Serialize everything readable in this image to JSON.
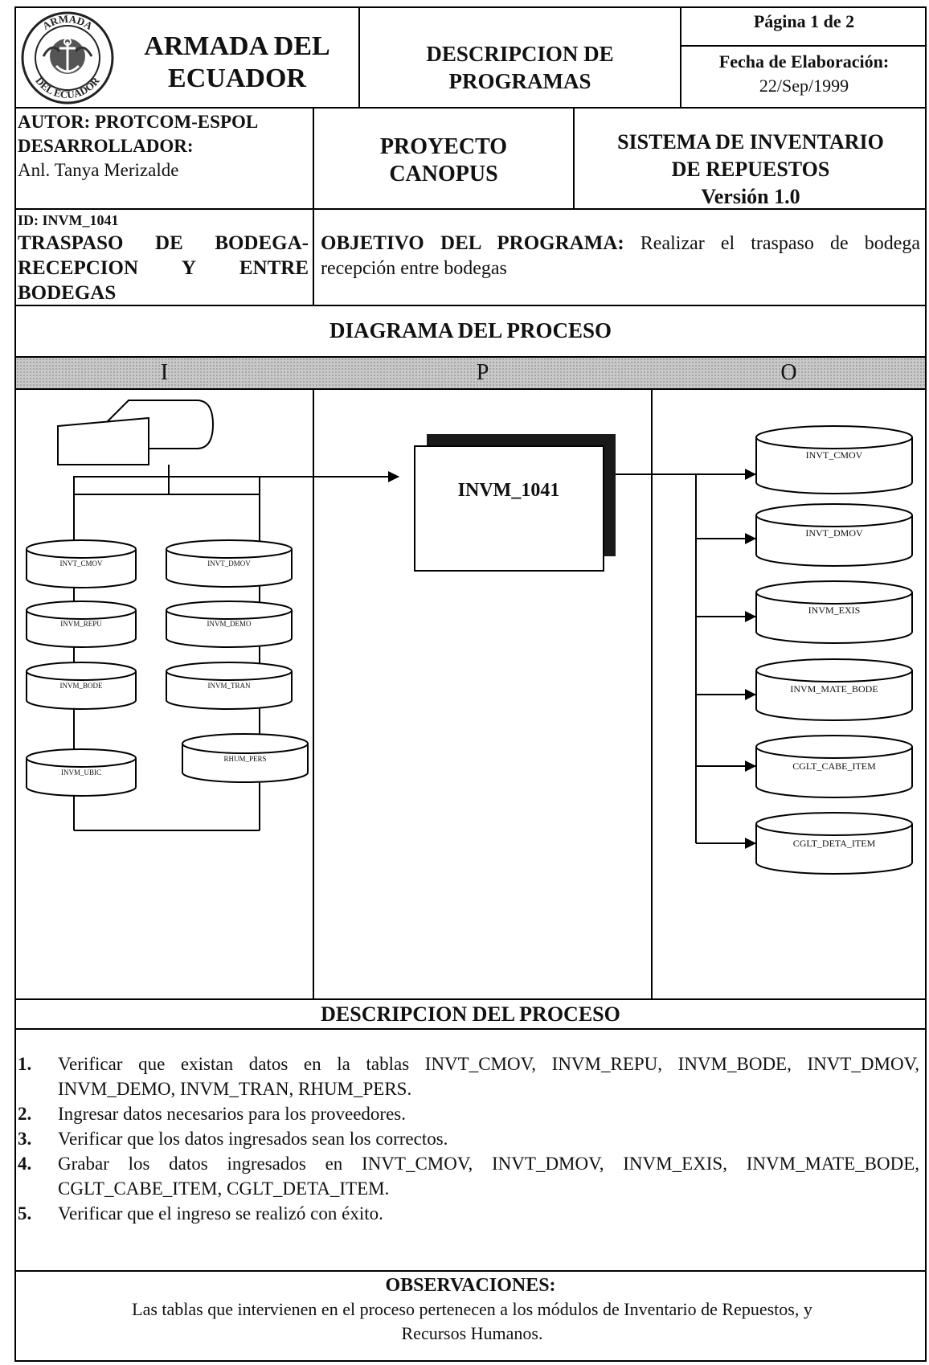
{
  "header": {
    "org_line1": "ARMADA DEL",
    "org_line2": "ECUADOR",
    "seal_top_text": "ARMADA",
    "seal_bottom_text": "DEL ECUADOR",
    "doc_title_line1": "DESCRIPCION DE",
    "doc_title_line2": "PROGRAMAS",
    "page": "Página 1 de 2",
    "fecha_label": "Fecha de Elaboración:",
    "fecha_value": "22/Sep/1999"
  },
  "info": {
    "autor_line": "AUTOR: PROTCOM-ESPOL",
    "desarrollador_label": "DESARROLLADOR:",
    "desarrollador_name": "Anl. Tanya Merizalde",
    "proyecto_line1": "PROYECTO",
    "proyecto_line2": "CANOPUS",
    "sistema_line1": "SISTEMA DE INVENTARIO",
    "sistema_line2": "DE REPUESTOS",
    "version": "Versión 1.0"
  },
  "program": {
    "id": "ID: INVM_1041",
    "title_line1": "TRASPASO DE BODEGA-",
    "title_line2": "RECEPCION Y ENTRE",
    "title_line3": "BODEGAS",
    "objective_label": "OBJETIVO DEL PROGRAMA:",
    "objective_text_1": "Realizar el traspaso de bodega",
    "objective_text_2": "recepción entre bodegas"
  },
  "diagram": {
    "heading": "DIAGRAMA DEL PROCESO",
    "col_i": "I",
    "col_p": "P",
    "col_o": "O",
    "process_name": "INVM_1041",
    "inputs_left": [
      "INVT_CMOV",
      "INVM_REPU",
      "INVM_BODE",
      "INVM_UBIC"
    ],
    "inputs_right": [
      "INVT_DMOV",
      "INVM_DEMO",
      "INVM_TRAN",
      "RHUM_PERS"
    ],
    "outputs": [
      "INVT_CMOV",
      "INVT_DMOV",
      "INVM_EXIS",
      "INVM_MATE_BODE",
      "CGLT_CABE_ITEM",
      "CGLT_DETA_ITEM"
    ]
  },
  "description": {
    "heading": "DESCRIPCION DEL PROCESO",
    "steps": [
      {
        "num": "1.",
        "text": "Verificar que existan datos en la tablas  INVT_CMOV, INVM_REPU, INVM_BODE, INVT_DMOV, INVM_DEMO, INVM_TRAN, RHUM_PERS."
      },
      {
        "num": "2.",
        "text": "Ingresar datos necesarios para los proveedores."
      },
      {
        "num": "3.",
        "text": "Verificar  que los datos ingresados sean los correctos."
      },
      {
        "num": "4.",
        "text": "Grabar los datos ingresados en INVT_CMOV, INVT_DMOV, INVM_EXIS, INVM_MATE_BODE, CGLT_CABE_ITEM, CGLT_DETA_ITEM."
      },
      {
        "num": "5.",
        "text": "Verificar que el ingreso se realizó con éxito."
      }
    ]
  },
  "observations": {
    "heading": "OBSERVACIONES:",
    "text_line1": "Las tablas que intervienen en el proceso pertenecen a los módulos de  Inventario de Repuestos, y",
    "text_line2": "Recursos Humanos."
  }
}
